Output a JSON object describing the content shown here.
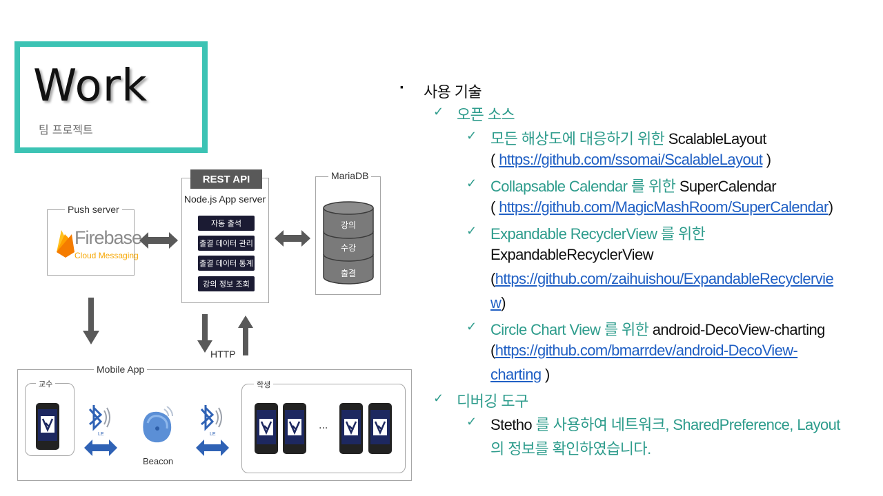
{
  "slide": {
    "title": "Work",
    "subtitle": "팀 프로젝트"
  },
  "diagram": {
    "push_server": {
      "label": "Push server",
      "logo_text": "Firebase",
      "logo_sub": "Cloud Messaging"
    },
    "app_server": {
      "tab": "REST API",
      "label": "Node.js App server",
      "buttons": [
        "자동 출석",
        "출결 데이터 관리",
        "출결 데이터 통계",
        "강의 정보 조회"
      ]
    },
    "database": {
      "label": "MariaDB",
      "segments": [
        "강의",
        "수강",
        "출결"
      ]
    },
    "http_label": "HTTP",
    "mobile_app": {
      "label": "Mobile App",
      "professor_label": "교수",
      "student_label": "학생",
      "beacon_label": "Beacon",
      "ellipsis": "...",
      "bluetooth_tag": "LE"
    }
  },
  "content": {
    "heading": "사용 기술",
    "open_source": {
      "label": "오픈 소스",
      "items": [
        {
          "desc": "모든 해상도에 대응하기 위한 ",
          "name": "ScalableLayout",
          "url": "https://github.com/ssomai/ScalableLayout"
        },
        {
          "desc": "Collapsable Calendar 를 위한 ",
          "name": "SuperCalendar",
          "url": "https://github.com/MagicMashRoom/SuperCalendar"
        },
        {
          "desc": "Expandable RecyclerView 를 위한",
          "name": "ExpandableRecyclerView",
          "url_part1": "https://github.com/zaihuishou/ExpandableRecyclervie",
          "url_part2": "w"
        },
        {
          "desc": "Circle Chart View 를 위한 ",
          "name": "android-DecoView-charting",
          "url_part1": "https://github.com/bmarrdev/android-DecoView-",
          "url_part2": "charting"
        }
      ]
    },
    "debug": {
      "label": "디버깅 도구",
      "item_name": "Stetho",
      "item_line1": " 를 사용하여 네트워크, SharedPreference, Layout",
      "item_line2": "의 정보를 확인하였습니다."
    },
    "bullet": "▪",
    "check": "✓",
    "paren_open": "(",
    "paren_close": ")"
  },
  "colors": {
    "accent": "#3cc3b4",
    "teal_text": "#2e9c8c",
    "link": "#1f5fc4",
    "button_dark": "#1b1b33",
    "firebase_orange": "#f6a600"
  }
}
